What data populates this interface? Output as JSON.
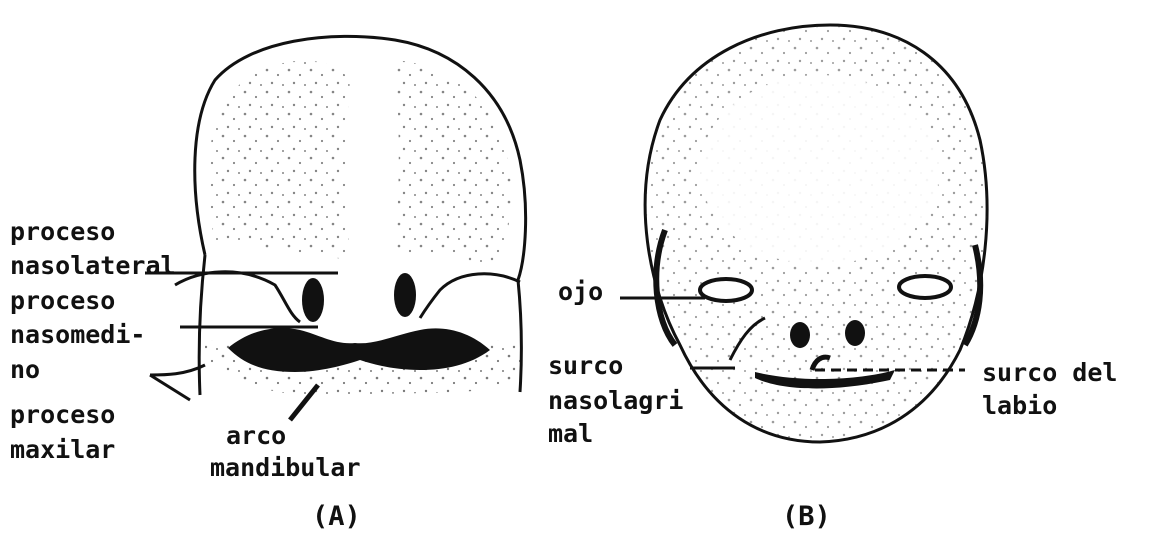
{
  "figure_a": {
    "caption": "(A)",
    "labels": {
      "l1": "proceso",
      "l2": "nasolateral",
      "l3": "proceso",
      "l4": "nasomedi-",
      "l5": "no",
      "l6": "proceso",
      "l7": "maxilar",
      "l8": "arco",
      "l9": "mandibular"
    }
  },
  "figure_b": {
    "caption": "(B)",
    "labels": {
      "l1": "ojo",
      "l2": "surco",
      "l3": "nasolagri",
      "l4": "mal",
      "l5": "surco del",
      "l6": "labio"
    }
  },
  "colors": {
    "ink": "#111111",
    "background": "#ffffff"
  }
}
